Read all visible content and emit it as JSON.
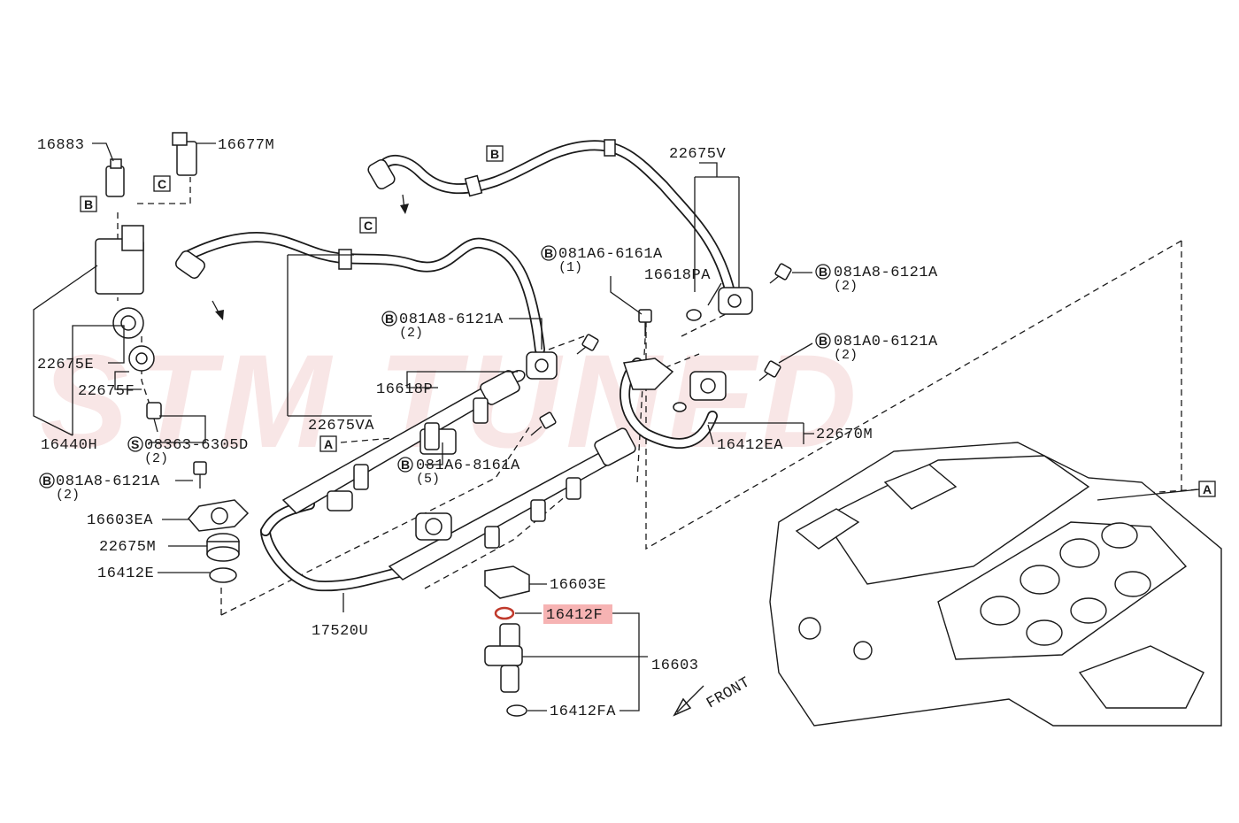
{
  "watermark": "STM TUNED",
  "highlight_color": "#f6b3b3",
  "accent_ring_color": "#c0392b",
  "labels": {
    "p16883": "16883",
    "p16677m": "16677M",
    "p22675v": "22675V",
    "p22675e": "22675E",
    "p22675f": "22675F",
    "p16440h": "16440H",
    "p08363": "08363-6305D",
    "p08363_qty": "(2)",
    "p081a8_left": "081A8-6121A",
    "p081a8_left_qty": "(2)",
    "p16603ea": "16603EA",
    "p22675m": "22675M",
    "p16412e": "16412E",
    "p17520u": "17520U",
    "p22675va": "22675VA",
    "p16618p": "16618P",
    "p081a8_mid": "081A8-6121A",
    "p081a8_mid_qty": "(2)",
    "p081a6_8161": "081A6-8161A",
    "p081a6_8161_qty": "(5)",
    "p081a6_6161": "081A6-6161A",
    "p081a6_6161_qty": "(1)",
    "p16618pa": "16618PA",
    "p081a8_right": "081A8-6121A",
    "p081a8_right_qty": "(2)",
    "p081a0": "081A0-6121A",
    "p081a0_qty": "(2)",
    "p16412ea": "16412EA",
    "p22670m": "22670M",
    "p16603e": "16603E",
    "p16412f": "16412F",
    "p16603": "16603",
    "p16412fa": "16412FA",
    "front": "FRONT"
  },
  "refs": {
    "A": "A",
    "B": "B",
    "C": "C",
    "S": "S"
  },
  "icons": [
    "arrow-down-right-icon",
    "front-arrow-icon",
    "bolt-icon",
    "o-ring-icon"
  ]
}
